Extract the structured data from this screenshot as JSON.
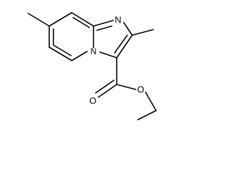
{
  "molecule": {
    "atoms": {
      "ring_nitrogen": "N",
      "bridgehead_nitrogen": "N",
      "ester_carbonyl_oxygen": "O",
      "ester_ether_oxygen": "O"
    }
  }
}
